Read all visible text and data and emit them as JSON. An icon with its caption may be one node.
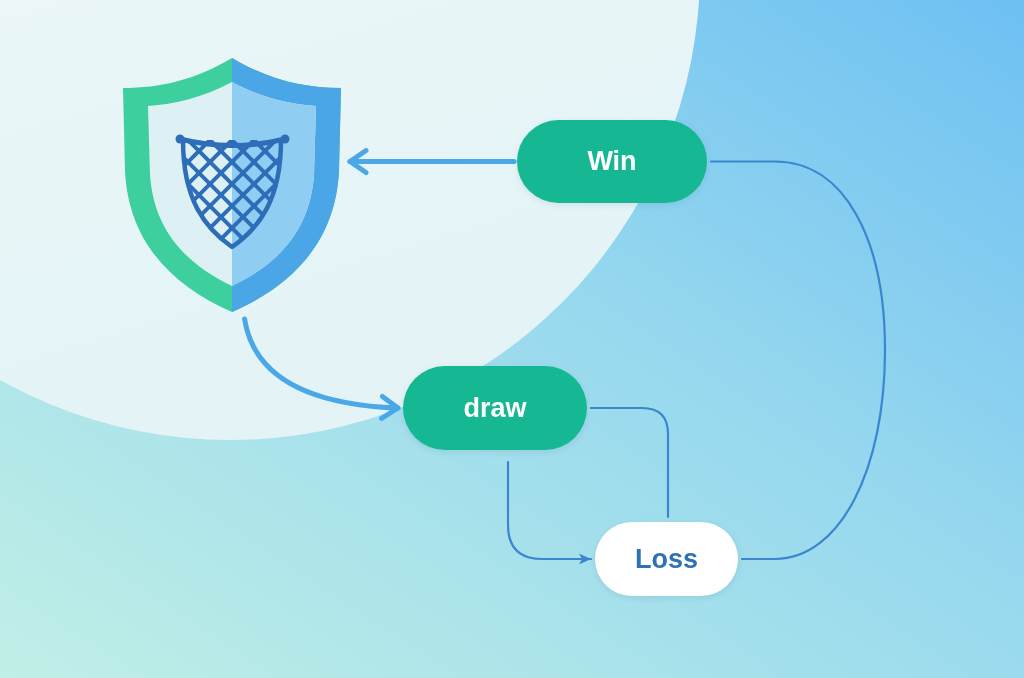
{
  "diagram": {
    "nodes": [
      {
        "text": [],
        "shape": "picture"
      },
      {
        "text": [
          "Win"
        ]
      },
      {
        "text": [
          "draw"
        ]
      },
      {
        "text": [
          "Loss"
        ]
      }
    ],
    "edges": [
      {
        "from": 1,
        "to": 0,
        "arrow": "to",
        "style": "thick",
        "color": "#4aa8e8"
      },
      {
        "from": 0,
        "to": 2,
        "arrow": "to",
        "style": "thick",
        "color": "#4aa8e8"
      },
      {
        "from": 1,
        "to": 3,
        "arrow": "none"
      },
      {
        "from": 2,
        "to": 3,
        "arrow": "none"
      },
      {
        "from": 2,
        "to": 3,
        "arrow": "to"
      }
    ]
  }
}
